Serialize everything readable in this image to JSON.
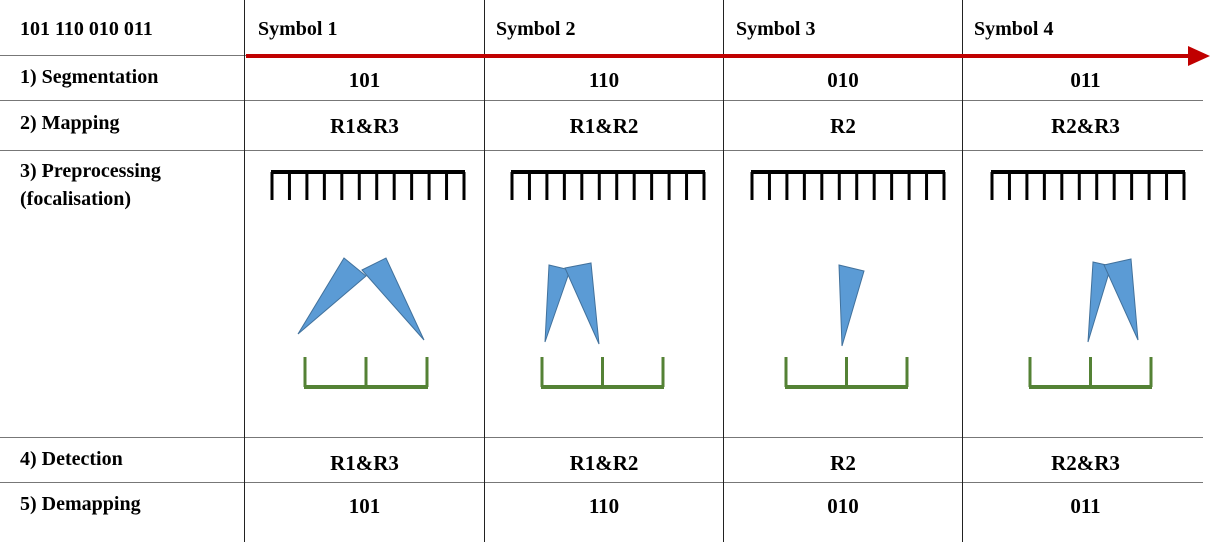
{
  "header": {
    "bit_sequence": "101 110 010 011",
    "symbols": [
      "Symbol 1",
      "Symbol 2",
      "Symbol 3",
      "Symbol 4"
    ]
  },
  "rows": [
    {
      "label": "1) Segmentation",
      "values": [
        "101",
        "110",
        "010",
        "011"
      ]
    },
    {
      "label": "2) Mapping",
      "values": [
        "R1&R3",
        "R1&R2",
        "R2",
        "R2&R3"
      ]
    },
    {
      "label_lines": [
        "3) Preprocessing",
        "(focalisation)"
      ]
    },
    {
      "label": "4) Detection",
      "values": [
        "R1&R3",
        "R1&R2",
        "R2",
        "R2&R3"
      ]
    },
    {
      "label": "5) Demapping",
      "values": [
        "101",
        "110",
        "010",
        "011"
      ]
    }
  ],
  "colors": {
    "time_arrow": "#c00000",
    "beam": "#5b9bd5",
    "receiver_array": "#548235",
    "transmitter_array": "#000000"
  },
  "icons": {
    "transmitter": "comb-array-icon",
    "beam": "triangle-beam-icon",
    "receiver": "receiver-antenna-icon"
  }
}
